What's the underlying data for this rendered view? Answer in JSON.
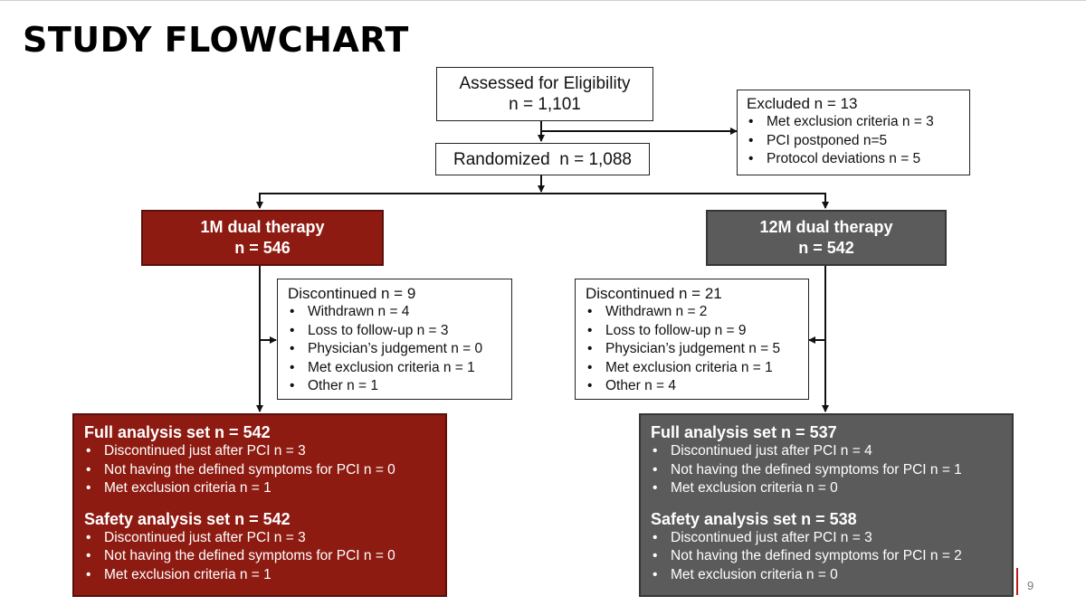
{
  "title": "STUDY FLOWCHART",
  "page_number": "9",
  "colors": {
    "one_month_arm": "#8e1b12",
    "twelve_month_arm": "#5b5b5b"
  },
  "assessed": {
    "line1": "Assessed for Eligibility",
    "line2": "n = 1,101"
  },
  "excluded": {
    "heading": "Excluded n = 13",
    "items": [
      "Met exclusion criteria n = 3",
      "PCI postponed n=5",
      "Protocol deviations n = 5"
    ]
  },
  "randomized": {
    "label": "Randomized  n = 1,088"
  },
  "arm_1m": {
    "name": "1M dual therapy",
    "n": "n = 546"
  },
  "arm_12m": {
    "name": "12M dual therapy",
    "n": "n = 542"
  },
  "disc_1m": {
    "heading": "Discontinued n = 9",
    "items": [
      "Withdrawn n = 4",
      "Loss to follow-up n = 3",
      "Physician’s judgement n = 0",
      "Met exclusion criteria n = 1",
      "Other n = 1"
    ]
  },
  "disc_12m": {
    "heading": "Discontinued n = 21",
    "items": [
      "Withdrawn n = 2",
      "Loss to follow-up n = 9",
      "Physician’s judgement n = 5",
      "Met exclusion criteria n = 1",
      "Other n = 4"
    ]
  },
  "analysis_1m": {
    "full_heading": "Full analysis set n = 542",
    "full_items": [
      "Discontinued just after PCI n = 3",
      "Not having the defined symptoms for PCI n = 0",
      "Met exclusion criteria n = 1"
    ],
    "safety_heading": "Safety analysis set n = 542",
    "safety_items": [
      "Discontinued just after PCI n = 3",
      "Not having the defined symptoms for PCI n = 0",
      "Met exclusion criteria n = 1"
    ]
  },
  "analysis_12m": {
    "full_heading": "Full analysis set n = 537",
    "full_items": [
      "Discontinued just after PCI n = 4",
      "Not having the defined symptoms for PCI n = 1",
      "Met exclusion criteria n = 0"
    ],
    "safety_heading": "Safety analysis set n = 538",
    "safety_items": [
      "Discontinued just after PCI n = 3",
      "Not having the defined symptoms for PCI n = 2",
      "Met exclusion criteria n = 0"
    ]
  }
}
